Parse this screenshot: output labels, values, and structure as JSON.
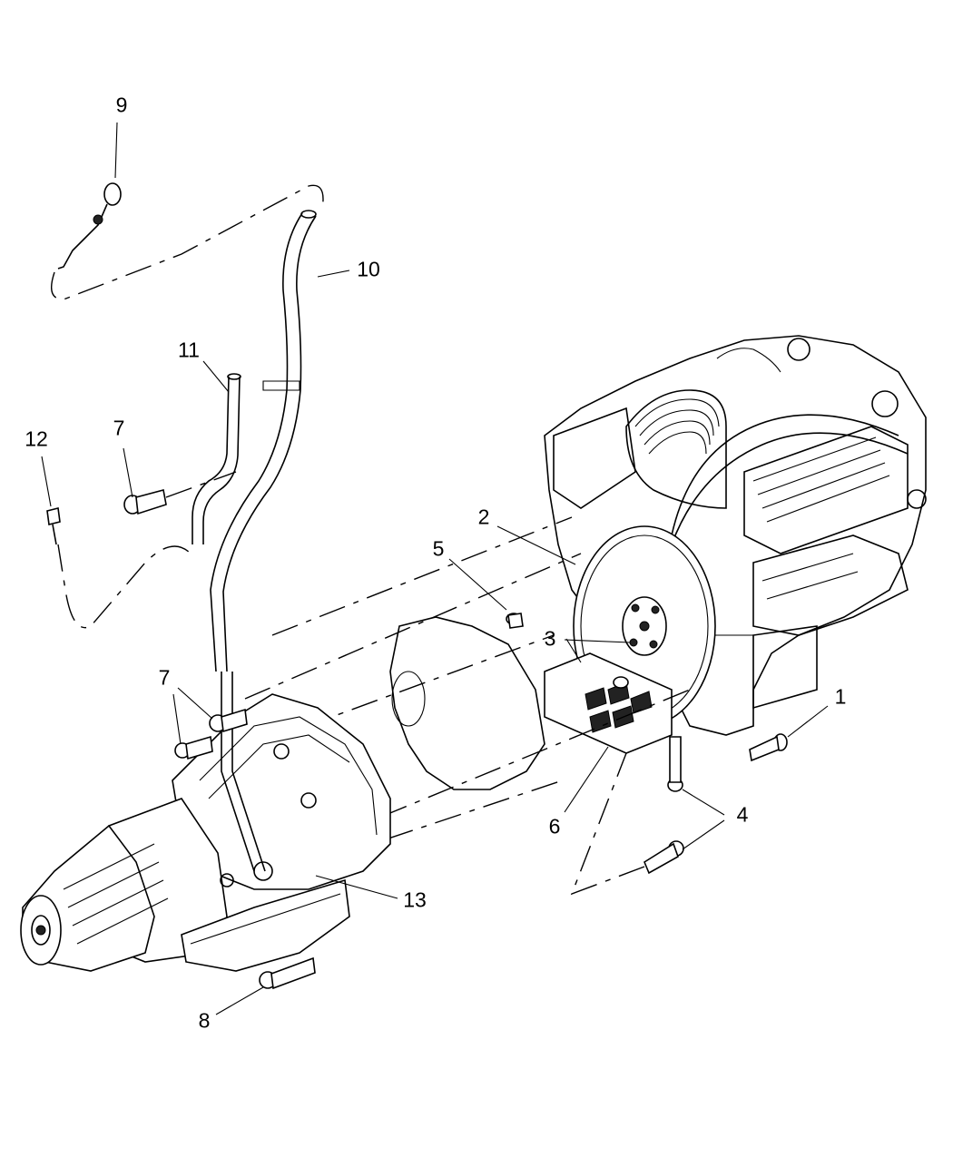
{
  "callouts": [
    {
      "id": "1",
      "label": "1"
    },
    {
      "id": "2",
      "label": "2"
    },
    {
      "id": "3",
      "label": "3"
    },
    {
      "id": "4",
      "label": "4"
    },
    {
      "id": "5",
      "label": "5"
    },
    {
      "id": "6",
      "label": "6"
    },
    {
      "id": "7a",
      "label": "7"
    },
    {
      "id": "7b",
      "label": "7"
    },
    {
      "id": "8",
      "label": "8"
    },
    {
      "id": "9",
      "label": "9"
    },
    {
      "id": "10",
      "label": "10"
    },
    {
      "id": "11",
      "label": "11"
    },
    {
      "id": "12",
      "label": "12"
    },
    {
      "id": "13",
      "label": "13"
    }
  ]
}
